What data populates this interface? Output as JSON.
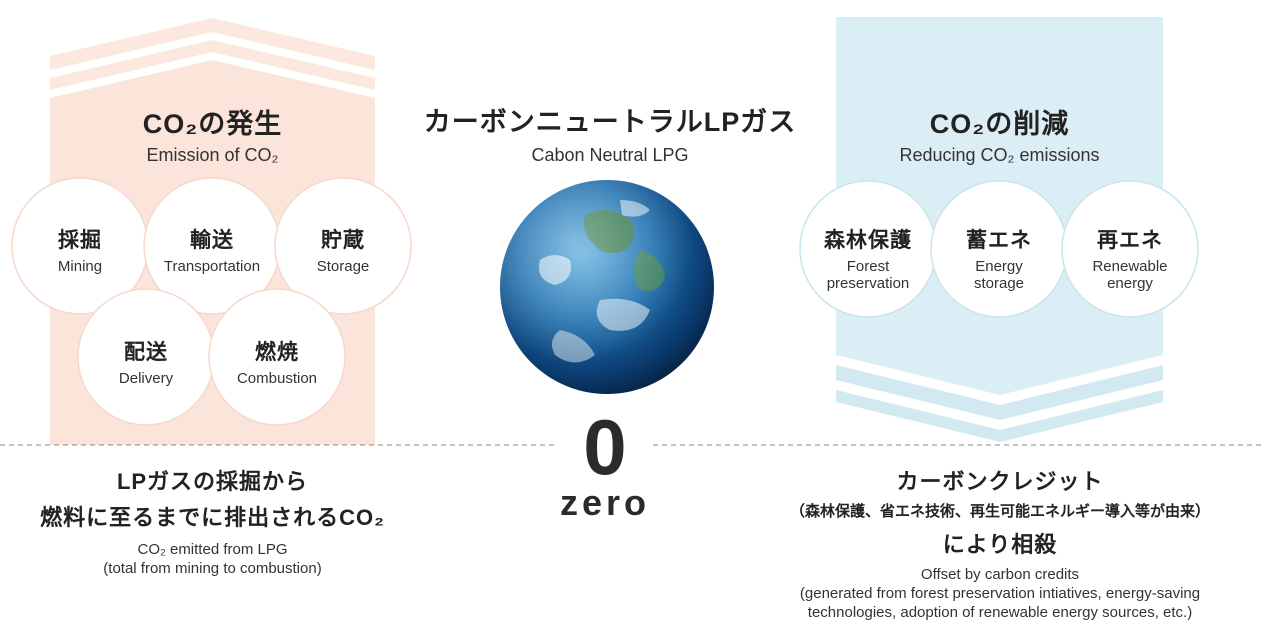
{
  "colors": {
    "emission_bg": "#fbe4da",
    "emission_stripe": "#fce8df",
    "reduction_bg": "#dbeef5",
    "reduction_stripe": "#d2e9f2",
    "circle_fill": "#ffffff",
    "text_dark": "#222222",
    "dashed_line": "#888888"
  },
  "emission": {
    "title_jp": "CO₂の発生",
    "title_en": "Emission of CO₂",
    "circles": [
      {
        "jp": "採掘",
        "en": "Mining"
      },
      {
        "jp": "輸送",
        "en": "Transportation"
      },
      {
        "jp": "貯蔵",
        "en": "Storage"
      },
      {
        "jp": "配送",
        "en": "Delivery"
      },
      {
        "jp": "燃焼",
        "en": "Combustion"
      }
    ],
    "bottom_jp_line1": "LPガスの採掘から",
    "bottom_jp_line2": "燃料に至るまでに排出されるCO₂",
    "bottom_en_line1": "CO₂ emitted from LPG",
    "bottom_en_line2": "(total from mining to combustion)"
  },
  "center": {
    "title_jp": "カーボンニュートラルLPガス",
    "title_en": "Cabon Neutral LPG",
    "zero_number": "0",
    "zero_word": "zero"
  },
  "reduction": {
    "title_jp": "CO₂の削減",
    "title_en": "Reducing CO₂ emissions",
    "circles": [
      {
        "jp": "森林保護",
        "en_line1": "Forest",
        "en_line2": "preservation"
      },
      {
        "jp": "蓄エネ",
        "en_line1": "Energy",
        "en_line2": "storage"
      },
      {
        "jp": "再エネ",
        "en_line1": "Renewable",
        "en_line2": "energy"
      }
    ],
    "bottom_jp_line1": "カーボンクレジット",
    "bottom_jp_paren": "（森林保護、省エネ技術、再生可能エネルギー導入等が由来）",
    "bottom_jp_line2": "により相殺",
    "bottom_en_line1": "Offset by carbon credits",
    "bottom_en_line2": "(generated from forest preservation intiatives, energy-saving",
    "bottom_en_line3": "technologies, adoption of renewable energy sources, etc.)"
  }
}
